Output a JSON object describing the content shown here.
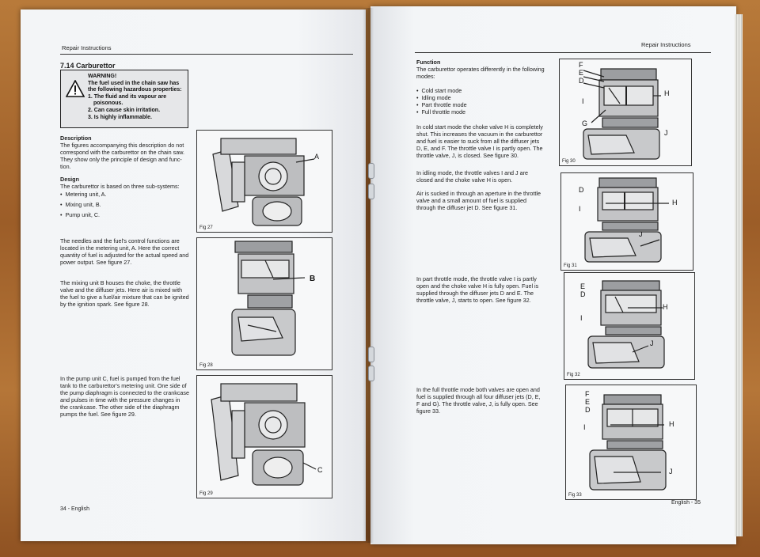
{
  "left": {
    "header": "Repair Instructions",
    "section_title": "7.14 Carburettor",
    "warning": {
      "title": "WARNING!",
      "lines": [
        "The fuel used in the chain saw has",
        "the following hazardous properties:",
        "1. The fluid and its vapour are",
        "poisonous.",
        "2. Can cause skin irritation.",
        "3. Is highly inflammable."
      ]
    },
    "description": {
      "heading": "Description",
      "lines": [
        "The figures accompanying this description do not",
        "correspond with the carburettor on the chain saw.",
        "They show only the principle of design and func-",
        "tion."
      ]
    },
    "design": {
      "heading": "Design",
      "intro": "The carburettor is based on three sub-systems:",
      "items": [
        "Metering unit, A.",
        "Mixing unit, B.",
        "Pump unit, C."
      ]
    },
    "para_metering": [
      "The needles and the fuel's control functions are",
      "located in the metering unit, A. Here the correct",
      "quantity of fuel is adjusted for the actual speed and",
      "power output. See figure 27."
    ],
    "para_mixing": [
      "The mixing unit B houses the choke, the throttle",
      "valve and the diffuser jets. Here air is mixed with",
      "the fuel to give a fuel/air mixture that can be ignited",
      "by the ignition spark. See figure 28."
    ],
    "para_pump": [
      "In the pump unit C, fuel is pumped from the fuel",
      "tank to the carburettor's metering unit. One side of",
      "the pump diaphragm is connected to the crankcase",
      "and pulses in time with the pressure changes in",
      "the crankcase. The other side of the diaphragm",
      "pumps the fuel. See figure 29."
    ],
    "figures": [
      {
        "caption": "Fig 27",
        "label": "A"
      },
      {
        "caption": "Fig 28",
        "label": "B"
      },
      {
        "caption": "Fig 29",
        "label": "C"
      }
    ],
    "footer": "34 - English"
  },
  "right": {
    "header": "Repair Instructions",
    "function": {
      "heading": "Function",
      "intro": [
        "The carburettor operates differently in the following",
        "modes:"
      ],
      "modes": [
        "Cold start mode",
        "Idling mode",
        "Part throttle mode",
        "Full throttle mode"
      ]
    },
    "para_cold": [
      "In cold start mode the choke valve H is completely",
      "shut. This increases the vacuum in the carburettor",
      "and fuel is easier to suck from all the diffuser jets",
      "D, E, and F. The throttle valve I is partly open. The",
      "throttle valve, J, is closed. See figure 30."
    ],
    "para_idle1": [
      "In idling mode, the throttle valves I and J are",
      "closed and the choke valve H is open."
    ],
    "para_idle2": [
      "Air is sucked in through an aperture in the throttle",
      "valve and a small amount of fuel is supplied",
      "through the diffuser jet D. See figure 31."
    ],
    "para_part": [
      "In part throttle mode, the throttle valve I is partly",
      "open and the choke valve H is fully open. Fuel is",
      "supplied through the diffuser jets D and E. The",
      "throttle valve, J, starts to open. See figure 32."
    ],
    "para_full": [
      "In the full throttle mode both valves are open and",
      "fuel is supplied through all four diffuser jets (D, E,",
      "F and G). The throttle valve, J, is fully open. See",
      "figure 33."
    ],
    "figures": [
      {
        "caption": "Fig 30",
        "labels": {
          "F": "F",
          "E": "E",
          "D": "D",
          "H": "H",
          "I": "I",
          "G": "G",
          "J": "J"
        }
      },
      {
        "caption": "Fig 31",
        "labels": {
          "D": "D",
          "H": "H",
          "I": "I",
          "J": "J"
        }
      },
      {
        "caption": "Fig 32",
        "labels": {
          "E": "E",
          "D": "D",
          "H": "H",
          "I": "I",
          "J": "J"
        }
      },
      {
        "caption": "Fig 33",
        "labels": {
          "F": "F",
          "E": "E",
          "D": "D",
          "H": "H",
          "I": "I",
          "J": "J"
        }
      }
    ],
    "footer": "English - 35"
  }
}
